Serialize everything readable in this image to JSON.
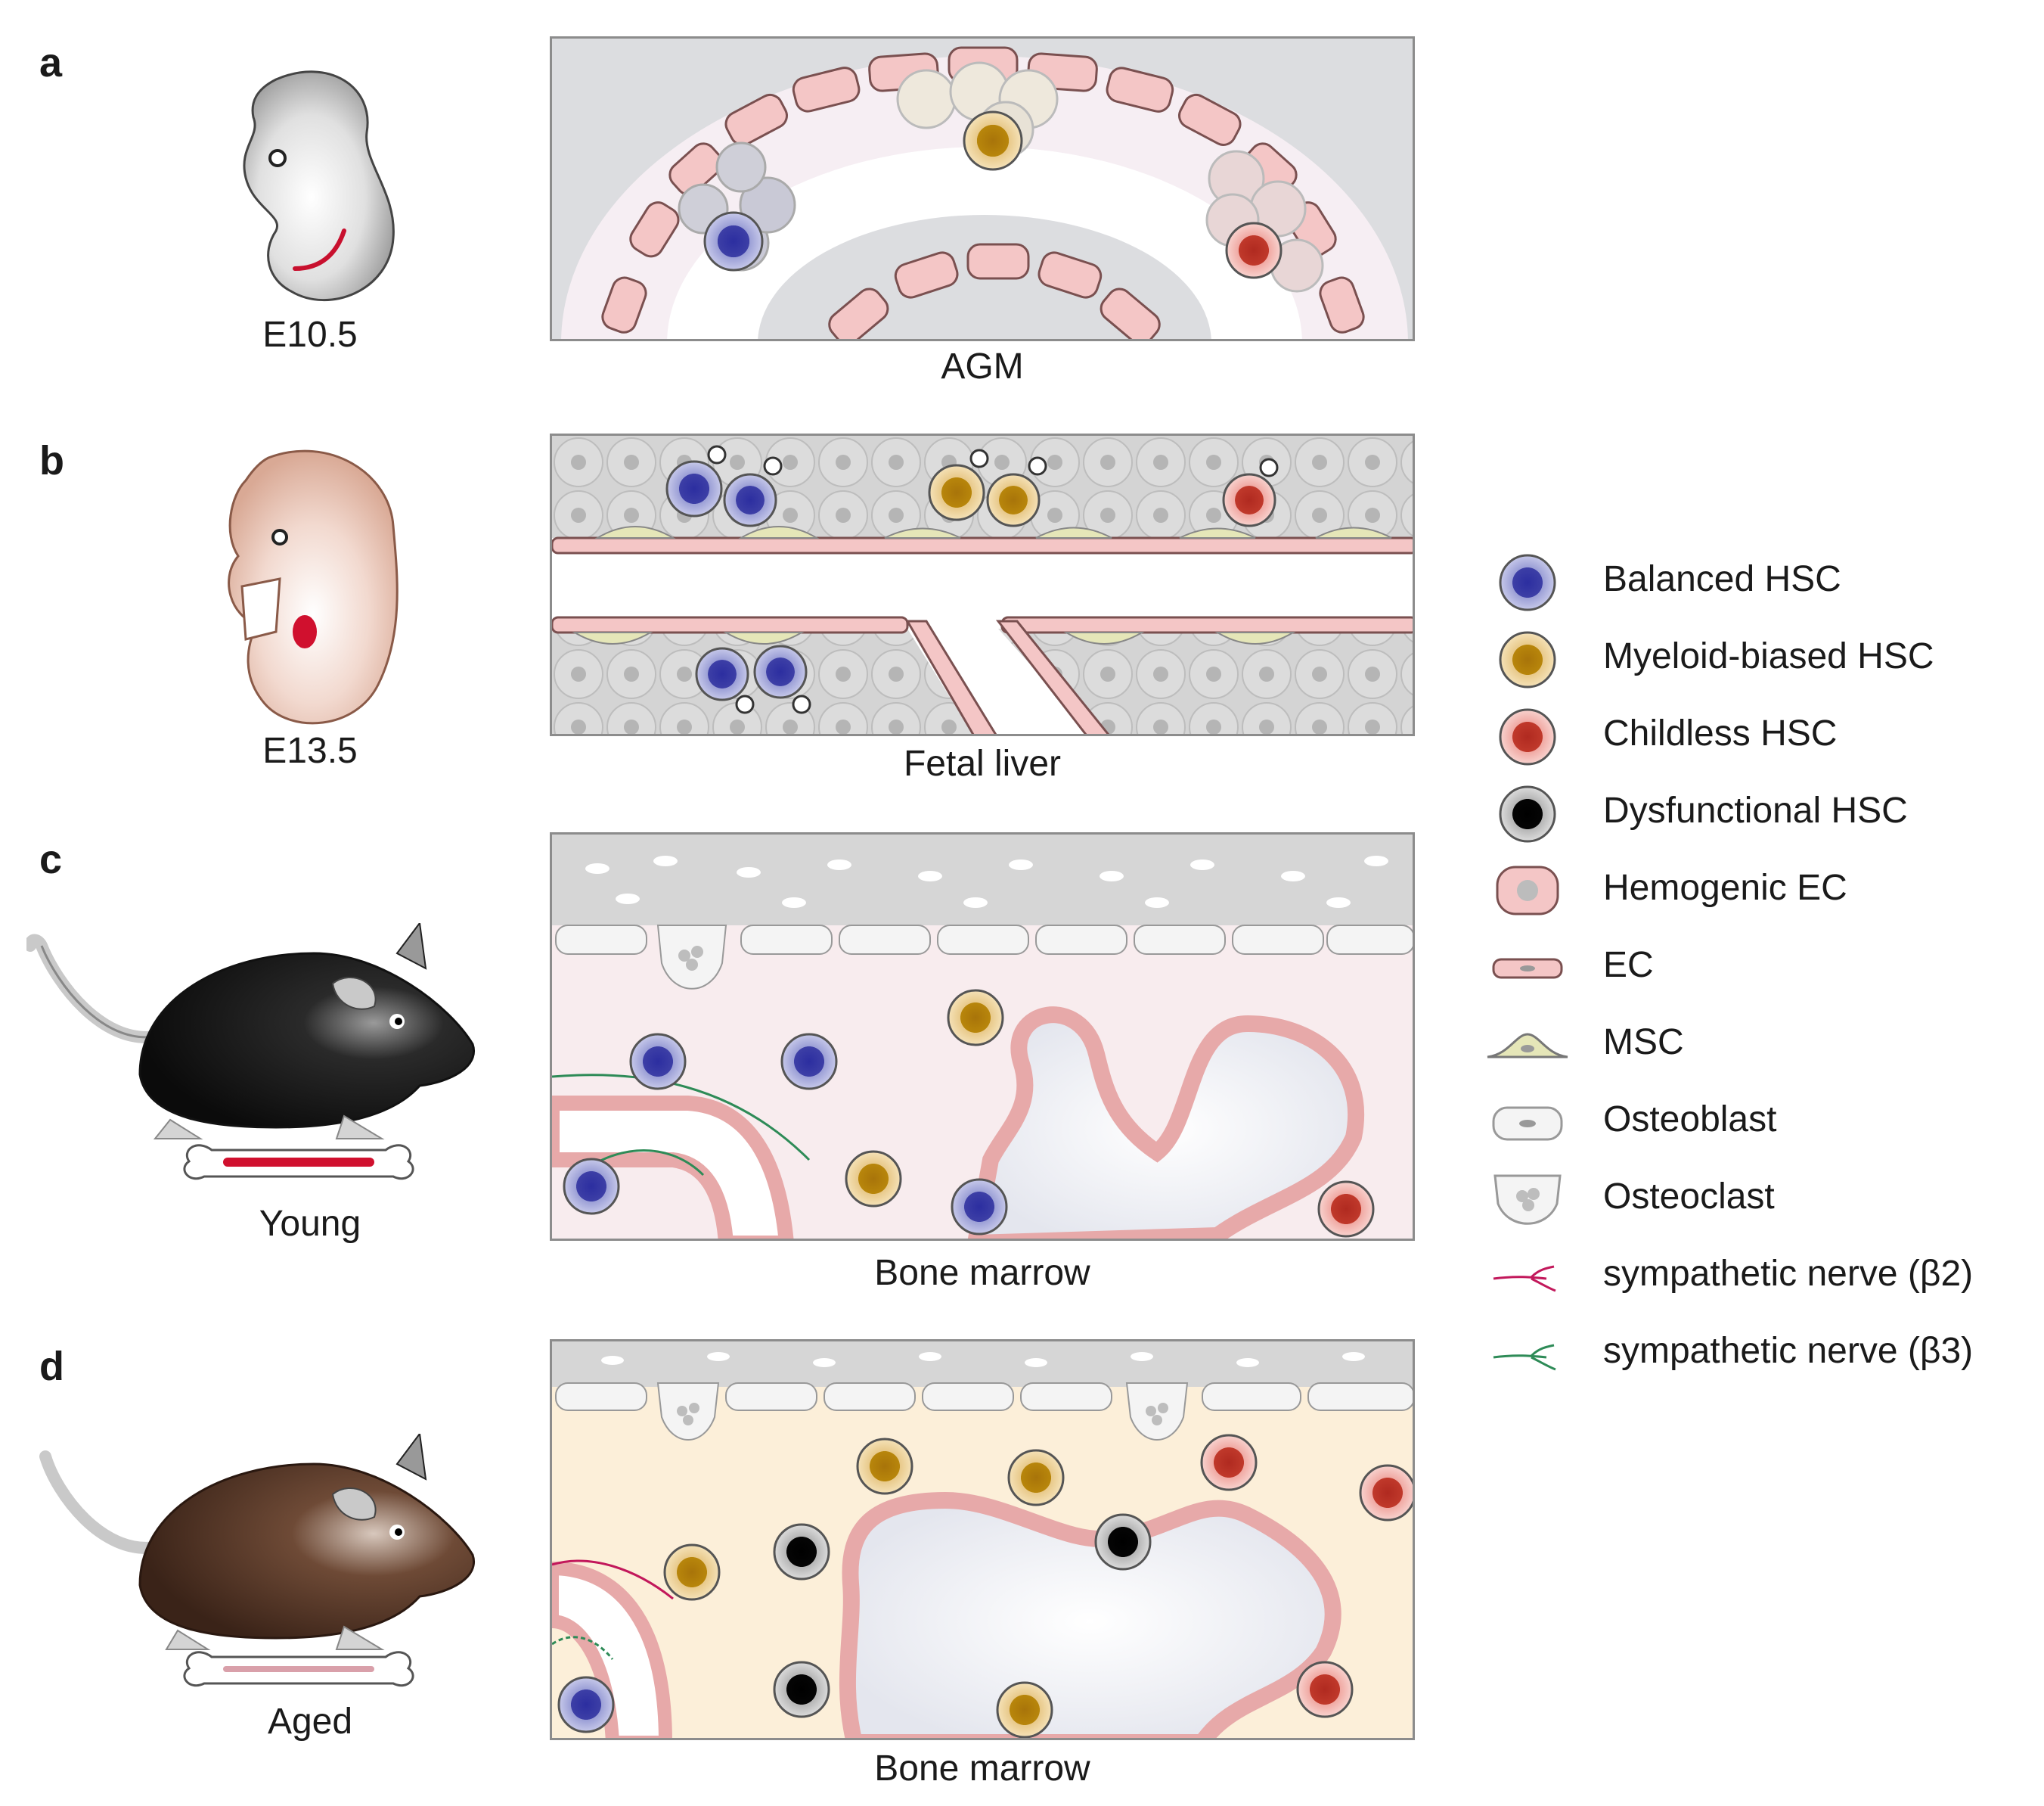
{
  "panels": [
    {
      "letter": "a",
      "stage": "E10.5",
      "scene": "AGM"
    },
    {
      "letter": "b",
      "stage": "E13.5",
      "scene": "Fetal liver"
    },
    {
      "letter": "c",
      "stage": "Young",
      "scene": "Bone marrow"
    },
    {
      "letter": "d",
      "stage": "Aged",
      "scene": "Bone marrow"
    }
  ],
  "legend": [
    {
      "label": "Balanced HSC",
      "icon": "balanced-hsc-icon",
      "color": "#3d3fa6"
    },
    {
      "label": "Myeloid-biased HSC",
      "icon": "myeloid-hsc-icon",
      "color": "#b8860b"
    },
    {
      "label": "Childless HSC",
      "icon": "childless-hsc-icon",
      "color": "#c0392b"
    },
    {
      "label": "Dysfunctional HSC",
      "icon": "dysfunctional-hsc-icon",
      "color": "#000000"
    },
    {
      "label": "Hemogenic EC",
      "icon": "hemogenic-ec-icon",
      "color": "#f4c6c6"
    },
    {
      "label": "EC",
      "icon": "ec-icon",
      "color": "#f4c6c6"
    },
    {
      "label": "MSC",
      "icon": "msc-icon",
      "color": "#e5e6b8"
    },
    {
      "label": "Osteoblast",
      "icon": "osteoblast-icon",
      "color": "#f2f2f2"
    },
    {
      "label": "Osteoclast",
      "icon": "osteoclast-icon",
      "color": "#f2f2f2"
    },
    {
      "label": "sympathetic nerve (β2)",
      "icon": "nerve-beta2-icon",
      "color": "#c2185b"
    },
    {
      "label": "sympathetic nerve (β3)",
      "icon": "nerve-beta3-icon",
      "color": "#2e8b57"
    }
  ]
}
